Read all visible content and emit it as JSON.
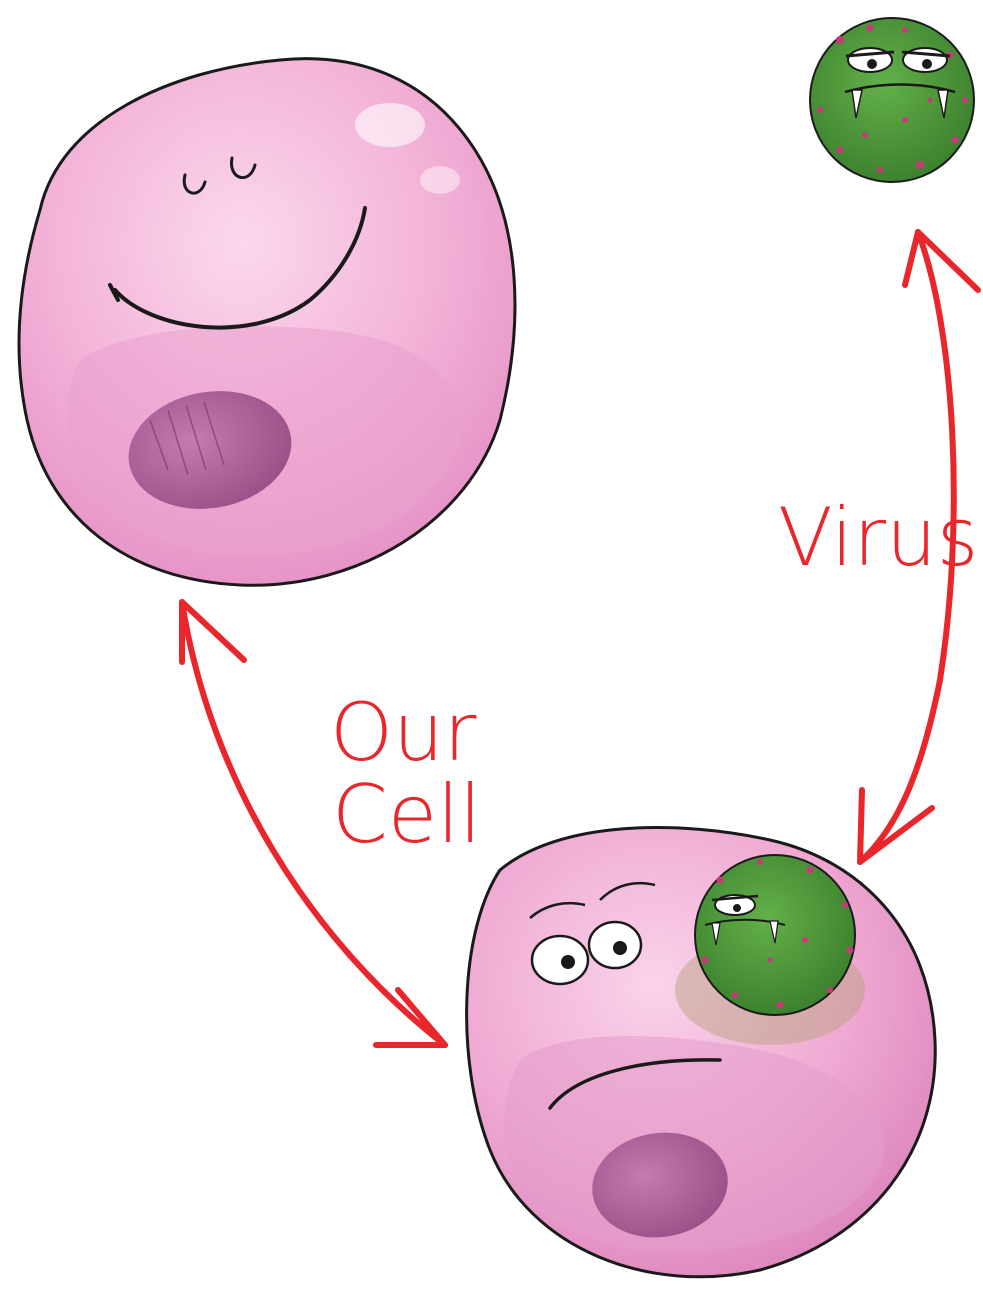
{
  "labels": {
    "virus": "Virus",
    "our_cell_line1": "Our",
    "our_cell_line2": "Cell"
  },
  "colors": {
    "label_red": "#e8262b",
    "cell_pink": "#f2a9d2",
    "nucleus_purple": "#b0609a",
    "virus_green": "#4e9a3c",
    "virus_spots": "#c8387a",
    "outline": "#1a1a1a"
  },
  "figures": {
    "healthy_cell": "happy-pink-cell",
    "virus": "grumpy-green-virus",
    "infected_cell": "worried-cell-with-virus"
  }
}
